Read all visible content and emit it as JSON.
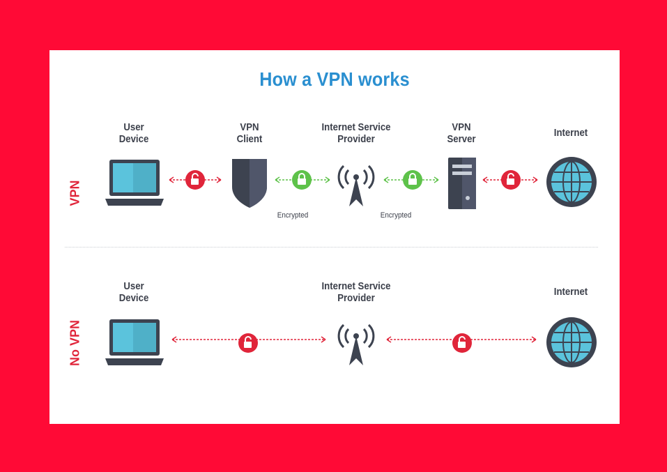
{
  "title": "How a VPN works",
  "rows": {
    "vpn": {
      "side_label": "VPN",
      "nodes": [
        {
          "name": "user-device",
          "label": "User\nDevice",
          "icon": "laptop-icon"
        },
        {
          "name": "vpn-client",
          "label": "VPN\nClient",
          "icon": "shield-icon"
        },
        {
          "name": "isp",
          "label": "Internet Service\nProvider",
          "icon": "antenna-icon"
        },
        {
          "name": "vpn-server",
          "label": "VPN\nServer",
          "icon": "server-icon"
        },
        {
          "name": "internet",
          "label": "Internet",
          "icon": "globe-icon"
        }
      ],
      "encrypted_labels": [
        "Encrypted",
        "Encrypted"
      ]
    },
    "novpn": {
      "side_label": "No VPN",
      "nodes": [
        {
          "name": "user-device",
          "label": "User\nDevice",
          "icon": "laptop-icon"
        },
        {
          "name": "isp",
          "label": "Internet Service\nProvider",
          "icon": "antenna-icon"
        },
        {
          "name": "internet",
          "label": "Internet",
          "icon": "globe-icon"
        }
      ]
    }
  },
  "colors": {
    "frame": "#ff0a36",
    "title": "#2a8fd0",
    "insecure": "#e0253a",
    "secure": "#5ec24a",
    "device": "#3d4350",
    "screen": "#5bc3dc"
  }
}
